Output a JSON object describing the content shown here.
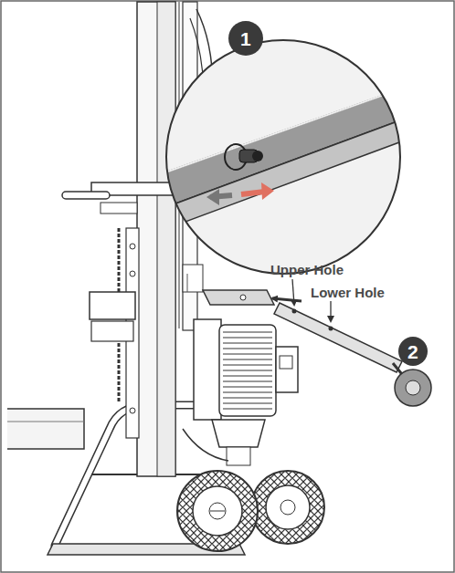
{
  "diagram": {
    "labels": [
      "1",
      "Upper Hole",
      "Lower Hole",
      "2"
    ]
  }
}
